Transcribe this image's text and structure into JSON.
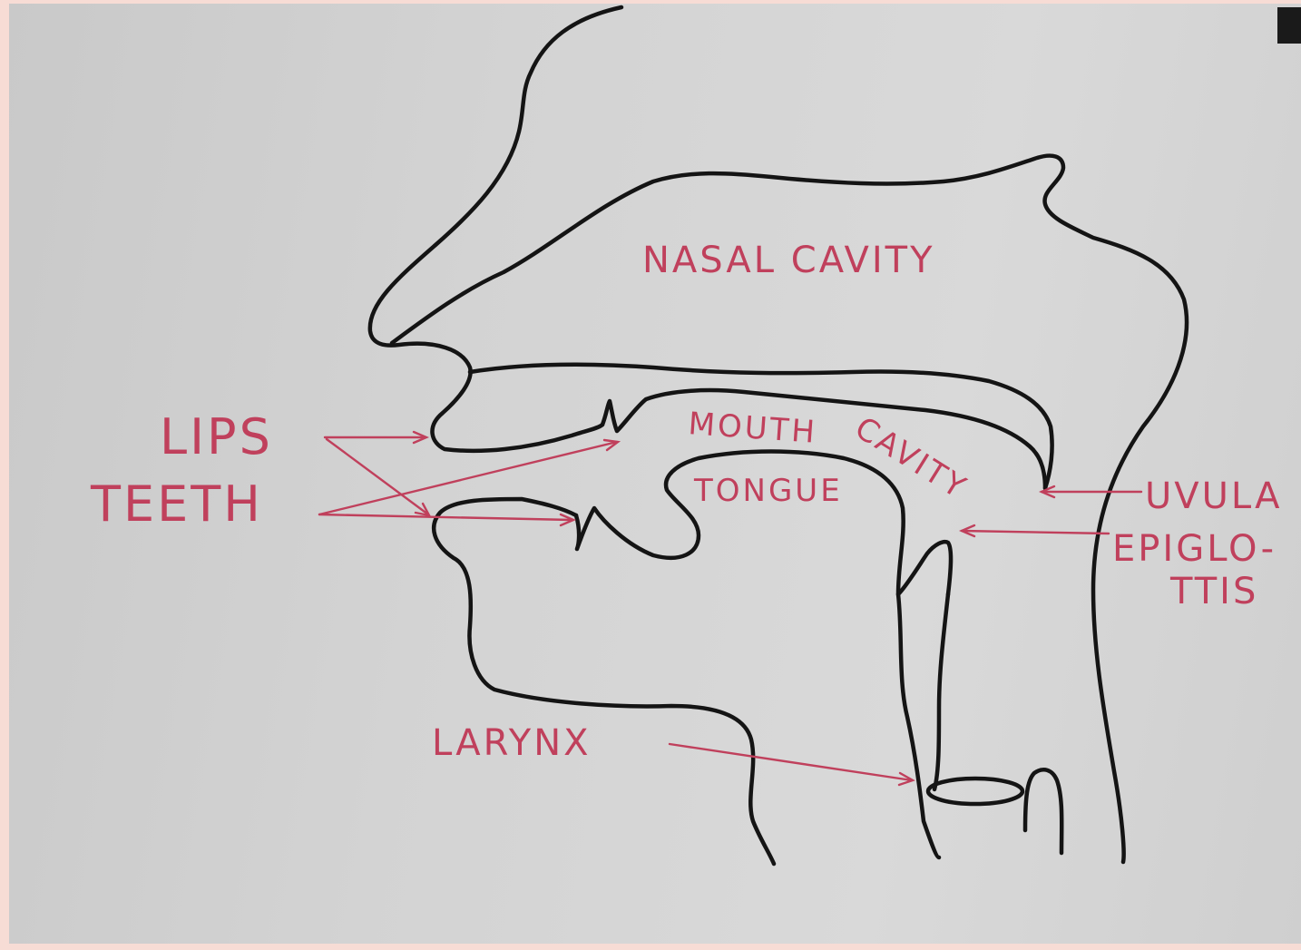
{
  "colors": {
    "background": "#f7dcd5",
    "paper": "#d3d3d3",
    "outline": "#141414",
    "label": "#c0405c"
  },
  "labels": {
    "nasal_cavity": "NASAL CAVITY",
    "mouth": "MOUTH",
    "cavity": "CAVITY",
    "tongue": "TONGUE",
    "lips": "LIPS",
    "teeth": "TEETH",
    "uvula": "UVULA",
    "epiglottis_1": "EPIGLO-",
    "epiglottis_2": "TTIS",
    "larynx": "LARYNX"
  }
}
